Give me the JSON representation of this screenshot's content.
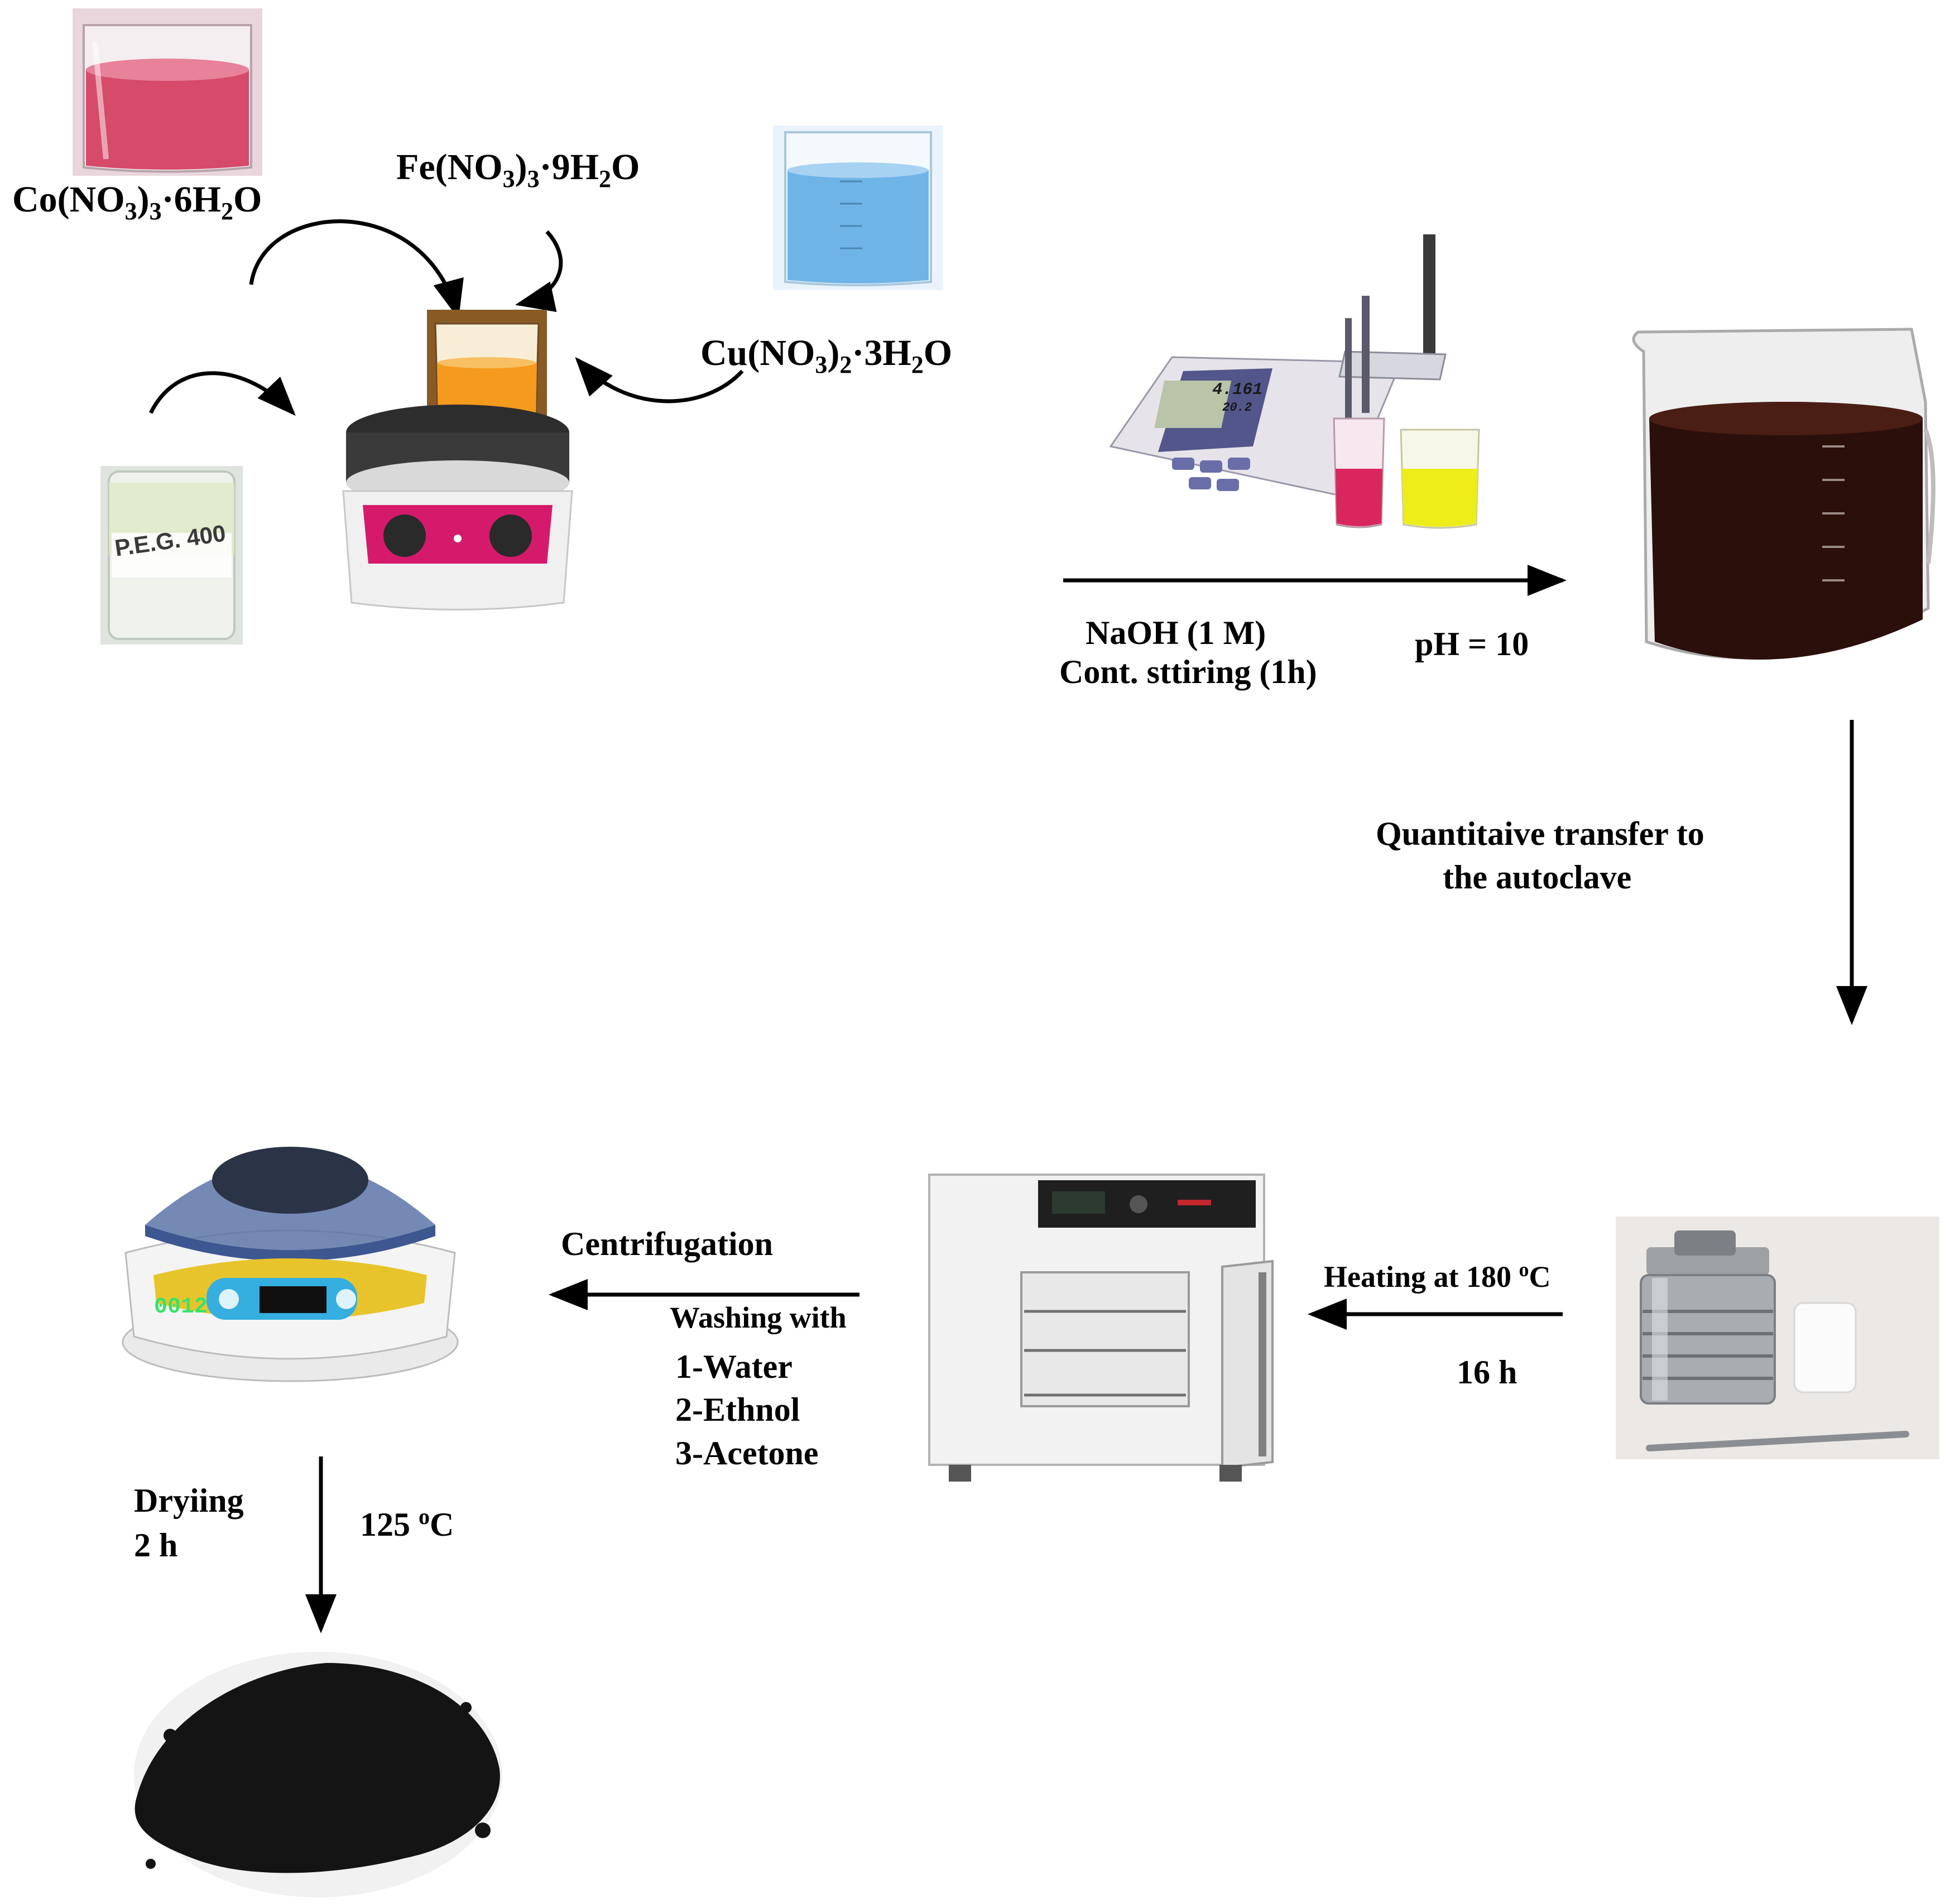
{
  "reagents": {
    "co_prefix": "Co(NO",
    "co_sub1": "3",
    "co_mid": ")",
    "co_sub2": "3",
    "co_suffix": "·6H",
    "co_sub3": "2",
    "co_end": "O",
    "fe_prefix": "Fe(NO",
    "fe_sub1": "3",
    "fe_mid": ")",
    "fe_sub2": "3",
    "fe_suffix": "·9H",
    "fe_sub3": "2",
    "fe_end": "O",
    "cu_prefix": "Cu(NO",
    "cu_sub1": "3",
    "cu_mid": ")",
    "cu_sub2": "2",
    "cu_suffix": "·3H",
    "cu_sub3": "2",
    "cu_end": "O",
    "peg_label": "P.E.G. 400"
  },
  "step1": {
    "line1": "NaOH (1 M)",
    "line2": "Cont. sttiring (1h)",
    "ph": "pH = 10"
  },
  "step2": {
    "line1": "Quantitaive  transfer to",
    "line2": "the autoclave"
  },
  "step3": {
    "line1": "Heating at 180 ",
    "deg": "o",
    "unit": "C",
    "time": "16 h"
  },
  "step4": {
    "title": "Centrifugation",
    "washing": "Washing with",
    "item1": "1-Water",
    "item2": "2-Ethnol",
    "item3": "3-Acetone"
  },
  "step5": {
    "line1": "Dryiing",
    "line2": "2 h",
    "temp": "125 ",
    "deg": "o",
    "unit": "C"
  },
  "equipment_text": {
    "centrifuge_display": "0012",
    "ph_display_1": "4.161",
    "ph_display_2": "20.2"
  },
  "colors": {
    "red_solution": "#d64a6a",
    "blue_solution": "#6fb4e6",
    "orange_solution": "#f59a1c",
    "dark_solution": "#2b0f0b",
    "hotplate_accent": "#d51a6b",
    "steel": "#a9acb0",
    "powder": "#141414"
  }
}
